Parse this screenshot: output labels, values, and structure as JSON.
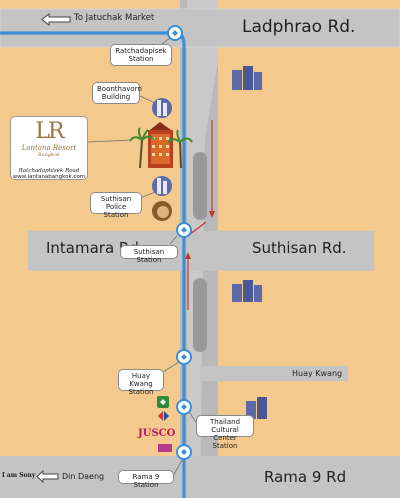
{
  "roads": {
    "ladphrao": "Ladphrao Rd.",
    "intamara": "Intamara Rd",
    "suthisan": "Suthisan Rd.",
    "huay_kwang": "Huay Kwang",
    "rama9": "Rama 9 Rd",
    "din_daeng": "Din Daeng",
    "to_jatuchak": "To Jatuchak Market"
  },
  "stations": {
    "ratchadapisek": "Ratchadapisek Station",
    "suthisan": "Suthisan Station",
    "huay_kwang": "Huay Kwang Station",
    "thailand_cultural": "Thailand Cultural Center Station",
    "rama9": "Rama 9 Station"
  },
  "landmarks": {
    "boonthavorn": "Boonthavorn Building",
    "suthisan_police": "Suthisan Police Station"
  },
  "hotel": {
    "logo": "LR",
    "name": "Lantana Resort",
    "city": "Bangkok",
    "branch": "Ratchadaphisek Road",
    "url": "www.lantanabangkok.com"
  },
  "stores": {
    "jusco": "JUSCO",
    "i_am_sony": "I am Sony"
  },
  "colors": {
    "background": "#f3c98e",
    "road": "#b8b8b8",
    "mrt_line": "#3a8fd6",
    "arrow": "#c0392b",
    "building": "#5b6aa8"
  }
}
